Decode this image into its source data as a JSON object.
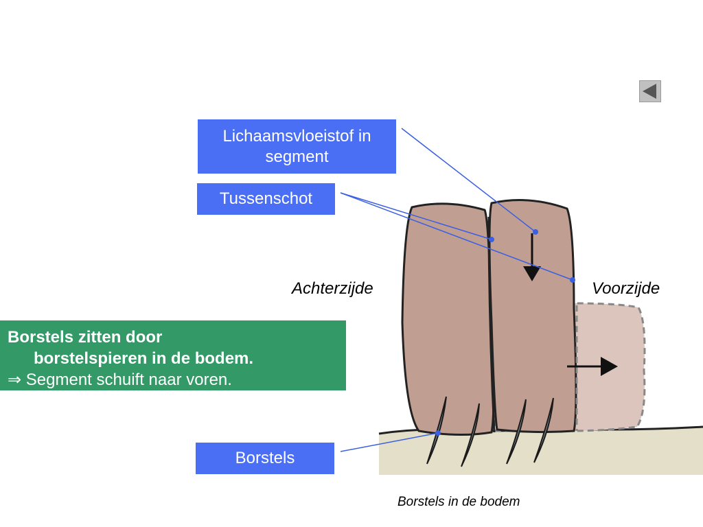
{
  "colors": {
    "label_box": "#4a6ff5",
    "green_box": "#339966",
    "segment_fill": "#c19e92",
    "segment_ghost": "#dcc5bd",
    "soil": "#e4dfc9",
    "leader_line": "#3a5fe0",
    "outline": "#222222",
    "button_bg": "#c0c0c0",
    "button_arrow": "#555555"
  },
  "labels": {
    "fluid": "Lichaamsvloeistof in segment",
    "septum": "Tussenschot",
    "bristles": "Borstels",
    "back_side": "Achterzijde",
    "front_side": "Voorzijde"
  },
  "explanation": {
    "line1": "Borstels zitten door",
    "line2": "borstelspieren in de bodem.",
    "line3_arrow": "⇒",
    "line3": " Segment schuift naar voren."
  },
  "caption": "Borstels in de bodem",
  "icons": {
    "back_button": "triangle-left-icon",
    "down_arrow": "arrow-down-icon",
    "right_arrow": "arrow-right-icon"
  }
}
